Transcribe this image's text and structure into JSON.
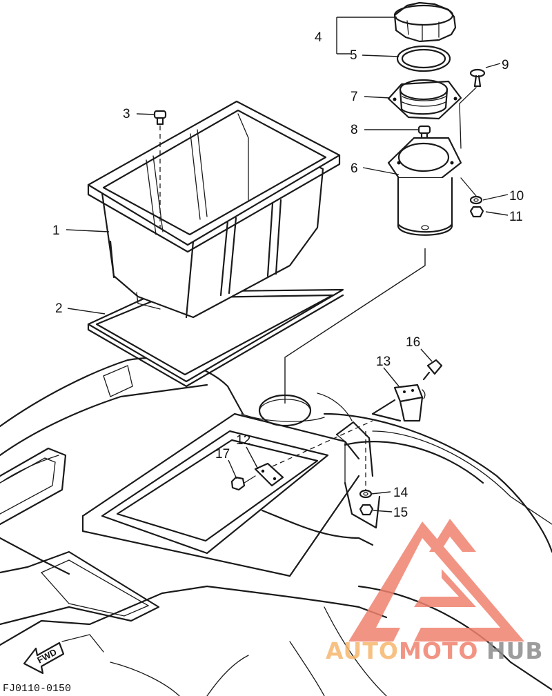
{
  "callouts": [
    {
      "id": "1",
      "label": "1"
    },
    {
      "id": "2",
      "label": "2"
    },
    {
      "id": "3",
      "label": "3"
    },
    {
      "id": "4",
      "label": "4"
    },
    {
      "id": "5",
      "label": "5"
    },
    {
      "id": "6",
      "label": "6"
    },
    {
      "id": "7",
      "label": "7"
    },
    {
      "id": "8",
      "label": "8"
    },
    {
      "id": "9",
      "label": "9"
    },
    {
      "id": "10",
      "label": "10"
    },
    {
      "id": "11",
      "label": "11"
    },
    {
      "id": "12",
      "label": "12"
    },
    {
      "id": "13",
      "label": "13"
    },
    {
      "id": "14",
      "label": "14"
    },
    {
      "id": "15",
      "label": "15"
    },
    {
      "id": "16",
      "label": "16"
    },
    {
      "id": "17",
      "label": "17"
    }
  ],
  "fwd_arrow": {
    "label": "FWD"
  },
  "figure_code": "FJ0110-0150",
  "watermark": {
    "part1": "AUTO",
    "part2": "MOTO",
    "part3": "HUB",
    "color_primary": "#f0826f",
    "color_secondary": "#f6b76e",
    "color_tertiary": "#8c8c8c"
  }
}
